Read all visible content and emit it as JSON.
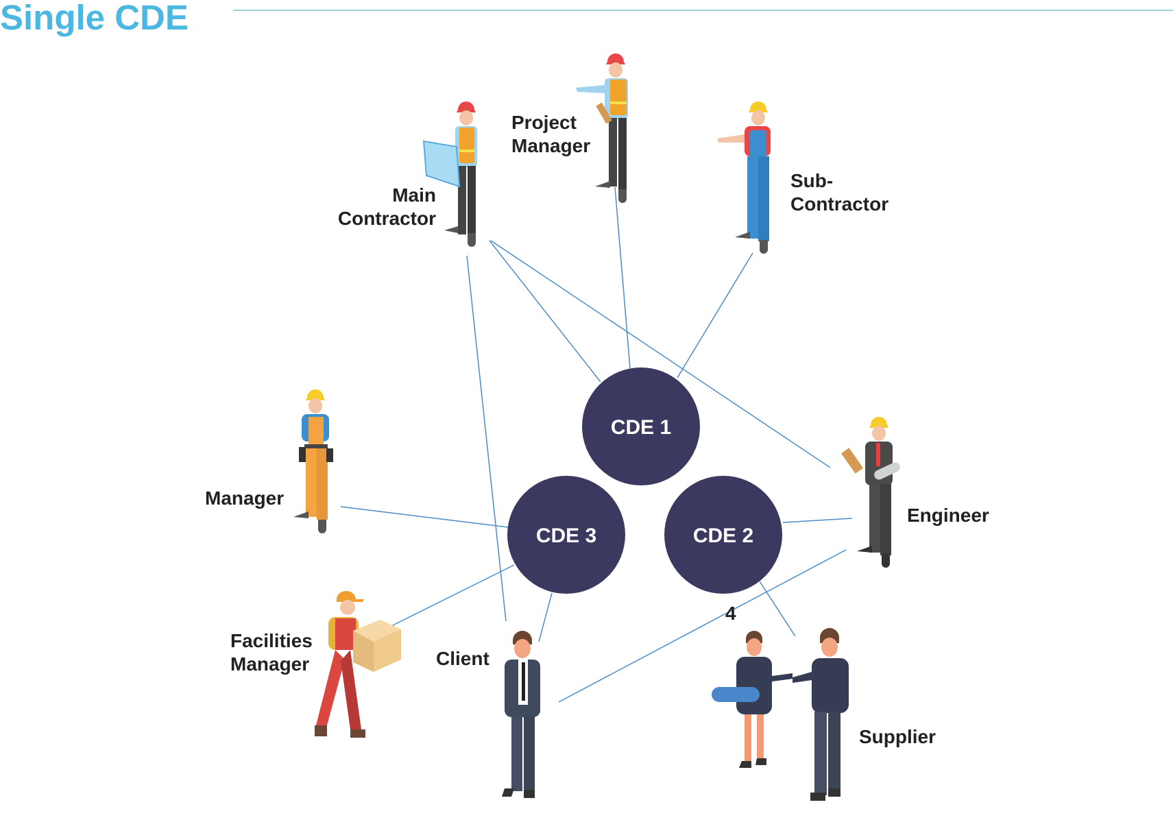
{
  "header": {
    "title": "Single CDE"
  },
  "colors": {
    "title": "#4cb8e2",
    "rule": "#9ed3e2",
    "connector": "#4a8cc9",
    "cde_fill": "#3c3960",
    "cde_text": "#ffffff",
    "label_text": "#222222"
  },
  "cdes": [
    {
      "id": "cde1",
      "label": "CDE 1"
    },
    {
      "id": "cde2",
      "label": "CDE 2"
    },
    {
      "id": "cde3",
      "label": "CDE 3"
    }
  ],
  "roles": {
    "main_contractor": {
      "line1": "Main",
      "line2": "Contractor",
      "icon": "worker-with-blueprint-icon"
    },
    "project_manager": {
      "line1": "Project",
      "line2": "Manager",
      "icon": "project-manager-worker-icon"
    },
    "sub_contractor": {
      "line1": "Sub-",
      "line2": "Contractor",
      "icon": "worker-in-overalls-icon"
    },
    "manager": {
      "line1": "Manager",
      "icon": "worker-with-tool-belt-icon"
    },
    "engineer": {
      "line1": "Engineer",
      "icon": "engineer-with-clipboard-icon"
    },
    "facilities_manager": {
      "line1": "Facilities",
      "line2": "Manager",
      "icon": "delivery-worker-with-box-icon"
    },
    "client": {
      "line1": "Client",
      "icon": "businessman-icon"
    },
    "supplier": {
      "line1": "Supplier",
      "icon": "handshake-people-icon"
    }
  },
  "stray_label": "4",
  "connections": [
    [
      "main_contractor",
      "client"
    ],
    [
      "main_contractor",
      "cde1"
    ],
    [
      "main_contractor",
      "engineer"
    ],
    [
      "project_manager",
      "cde1"
    ],
    [
      "sub_contractor",
      "cde1"
    ],
    [
      "manager",
      "cde3"
    ],
    [
      "cde3",
      "facilities_manager"
    ],
    [
      "cde3",
      "client"
    ],
    [
      "cde2",
      "engineer"
    ],
    [
      "engineer",
      "client"
    ],
    [
      "cde2",
      "supplier"
    ]
  ]
}
